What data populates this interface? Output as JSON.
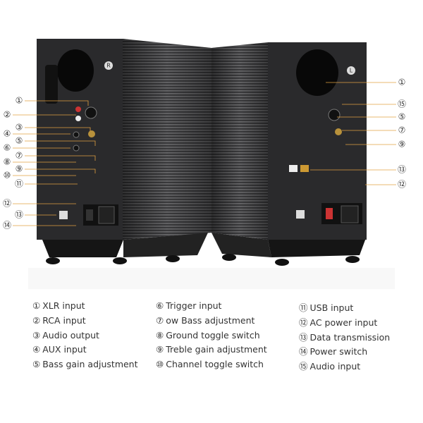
{
  "diagram": {
    "left_callouts": [
      "①",
      "②",
      "③",
      "④",
      "⑤",
      "⑥",
      "⑦",
      "⑧",
      "⑨",
      "⑩",
      "⑪",
      "⑫",
      "⑬",
      "⑭"
    ],
    "right_callouts": [
      "①",
      "⑮",
      "⑤",
      "⑦",
      "⑨",
      "⑬",
      "⑫"
    ],
    "speaker_left_badge": "R",
    "speaker_right_badge": "L",
    "line_color": "#e0a040",
    "panel_color": "#2a2a2c"
  },
  "legend": [
    {
      "num": "①",
      "label": "XLR input"
    },
    {
      "num": "②",
      "label": "RCA input"
    },
    {
      "num": "③",
      "label": "Audio output"
    },
    {
      "num": "④",
      "label": "AUX input"
    },
    {
      "num": "⑤",
      "label": "Bass gain adjustment"
    },
    {
      "num": "⑥",
      "label": "Trigger input"
    },
    {
      "num": "⑦",
      "label": "ow Bass adjustment"
    },
    {
      "num": "⑧",
      "label": "Ground toggle switch"
    },
    {
      "num": "⑨",
      "label": "Treble gain adjustment"
    },
    {
      "num": "⑩",
      "label": "Channel toggle switch"
    },
    {
      "num": "⑪",
      "label": "USB input"
    },
    {
      "num": "⑫",
      "label": "AC power input"
    },
    {
      "num": "⑬",
      "label": "Data transmission"
    },
    {
      "num": "⑭",
      "label": "Power switch"
    },
    {
      "num": "⑮",
      "label": "Audio input"
    }
  ]
}
